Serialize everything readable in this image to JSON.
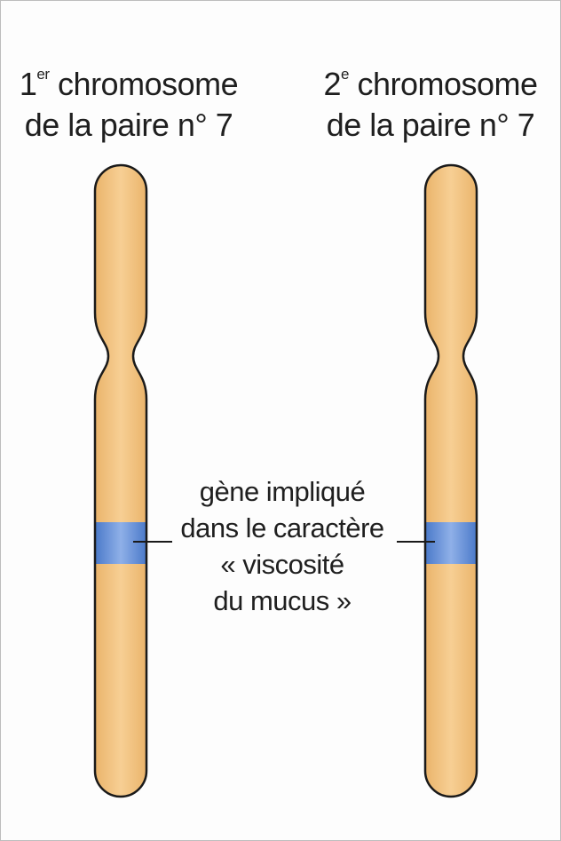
{
  "chromosome_1": {
    "number": "1",
    "superscript": "er",
    "word": "chromosome",
    "line2": "de la paire n° 7"
  },
  "chromosome_2": {
    "number": "2",
    "superscript": "e",
    "word": "chromosome",
    "line2": "de la paire n° 7"
  },
  "gene_label": {
    "line1": "gène impliqué",
    "line2": "dans le caractère",
    "line3": "« viscosité",
    "line4": "du mucus »"
  },
  "colors": {
    "chromosome_fill": "#f4c785",
    "chromosome_outline": "#1a1a1a",
    "gene_band": "#3f73c8",
    "gene_band_light": "#8fb0e8"
  }
}
